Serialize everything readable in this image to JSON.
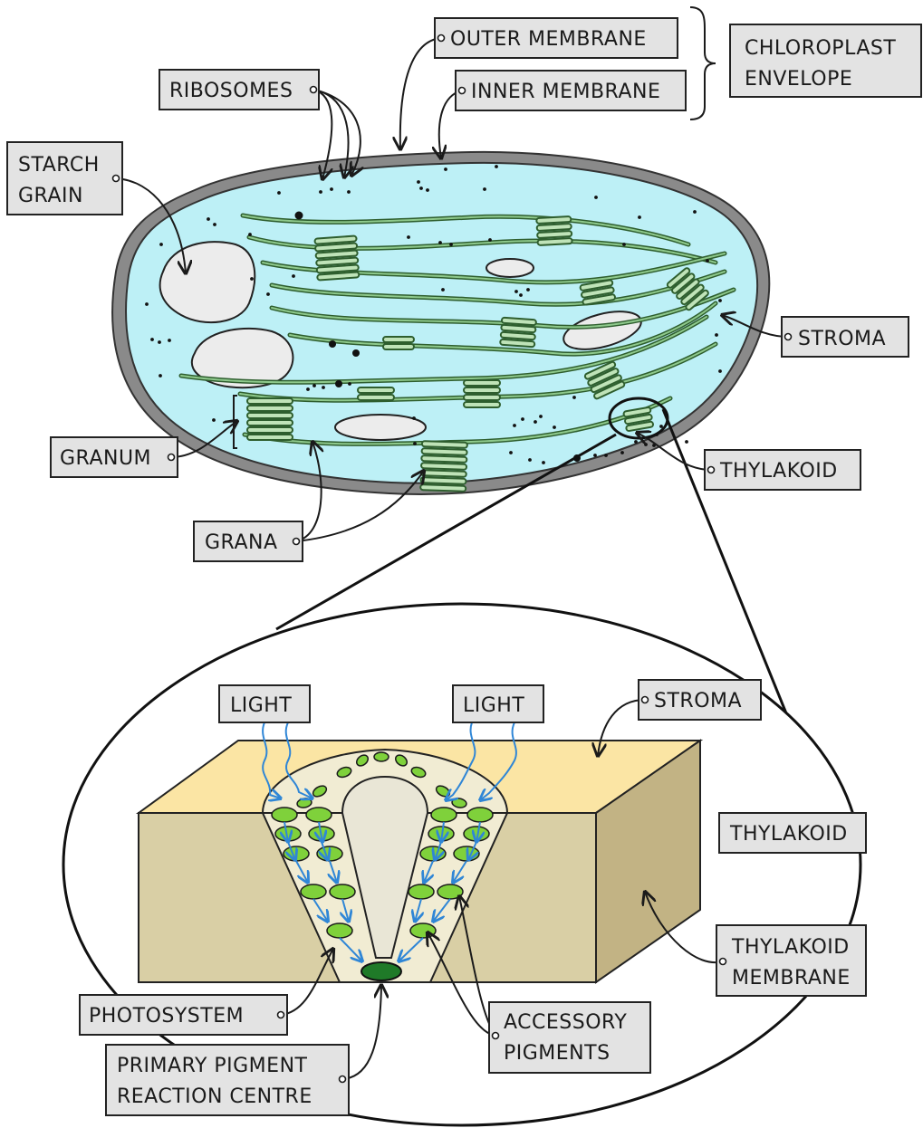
{
  "labels": {
    "outer_membrane": "OUTER MEMBRANE",
    "inner_membrane": "INNER MEMBRANE",
    "chloroplast_envelope_1": "CHLOROPLAST",
    "chloroplast_envelope_2": "ENVELOPE",
    "ribosomes": "RIBOSOMES",
    "starch_grain_1": "STARCH",
    "starch_grain_2": "GRAIN",
    "stroma_top": "STROMA",
    "granum": "GRANUM",
    "thylakoid_top": "THYLAKOID",
    "grana": "GRANA",
    "light_left": "LIGHT",
    "light_right": "LIGHT",
    "stroma_bottom": "STROMA",
    "thylakoid_bottom": "THYLAKOID",
    "thylakoid_membrane_1": "THYLAKOID",
    "thylakoid_membrane_2": "MEMBRANE",
    "photosystem": "PHOTOSYSTEM",
    "accessory_pigments_1": "ACCESSORY",
    "accessory_pigments_2": "PIGMENTS",
    "primary_pigment_1": "PRIMARY PIGMENT",
    "primary_pigment_2": "REACTION CENTRE"
  },
  "colors": {
    "stroma": "#bdf0f6",
    "envelope": "#8a8a8a",
    "thylakoid": "#2e5e2e",
    "starch": "#ececec",
    "block_top": "#fbe5a4",
    "block_front": "#d9cfa5",
    "block_side": "#c2b384",
    "photosystem_fill": "#f1ecd3",
    "pigment": "#7fd13b",
    "reaction_centre": "#1f7a28",
    "light_arrow": "#2f86d6"
  }
}
